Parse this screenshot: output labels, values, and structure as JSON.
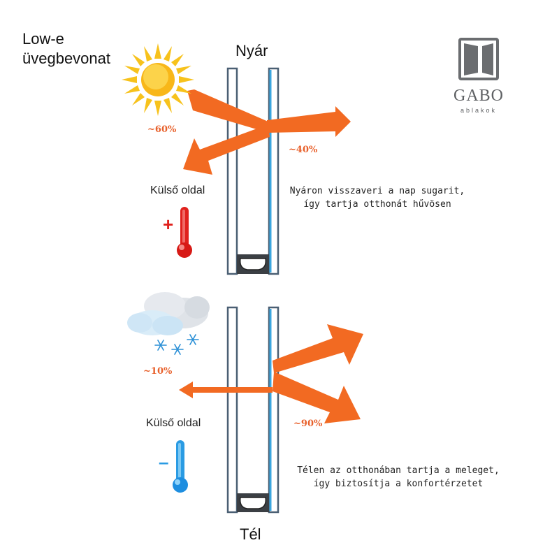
{
  "heading": {
    "line1": "Low-e",
    "line2": "üvegbevonat"
  },
  "summer": {
    "label": "Nyár",
    "reflect_pct": "~60%",
    "transmit_pct": "~40%",
    "side_label": "Külső oldal",
    "desc_line1": "Nyáron visszaveri a nap sugarit,",
    "desc_line2": "így tartja otthonát hűvösen",
    "thermo_sign": "+"
  },
  "winter": {
    "label": "Tél",
    "escape_pct": "~10%",
    "retain_pct": "~90%",
    "side_label": "Külső oldal",
    "desc_line1": "Télen az otthonában tartja a meleget,",
    "desc_line2": "így biztosítja a konfortérzetet",
    "thermo_sign": "–"
  },
  "logo": {
    "name": "GABO",
    "tagline": "ablakok"
  },
  "colors": {
    "arrow": "#f26a22",
    "glass_frame": "#4a5f73",
    "coating": "#3aa6df",
    "hot": "#e0211d",
    "cold": "#2a9be3"
  }
}
